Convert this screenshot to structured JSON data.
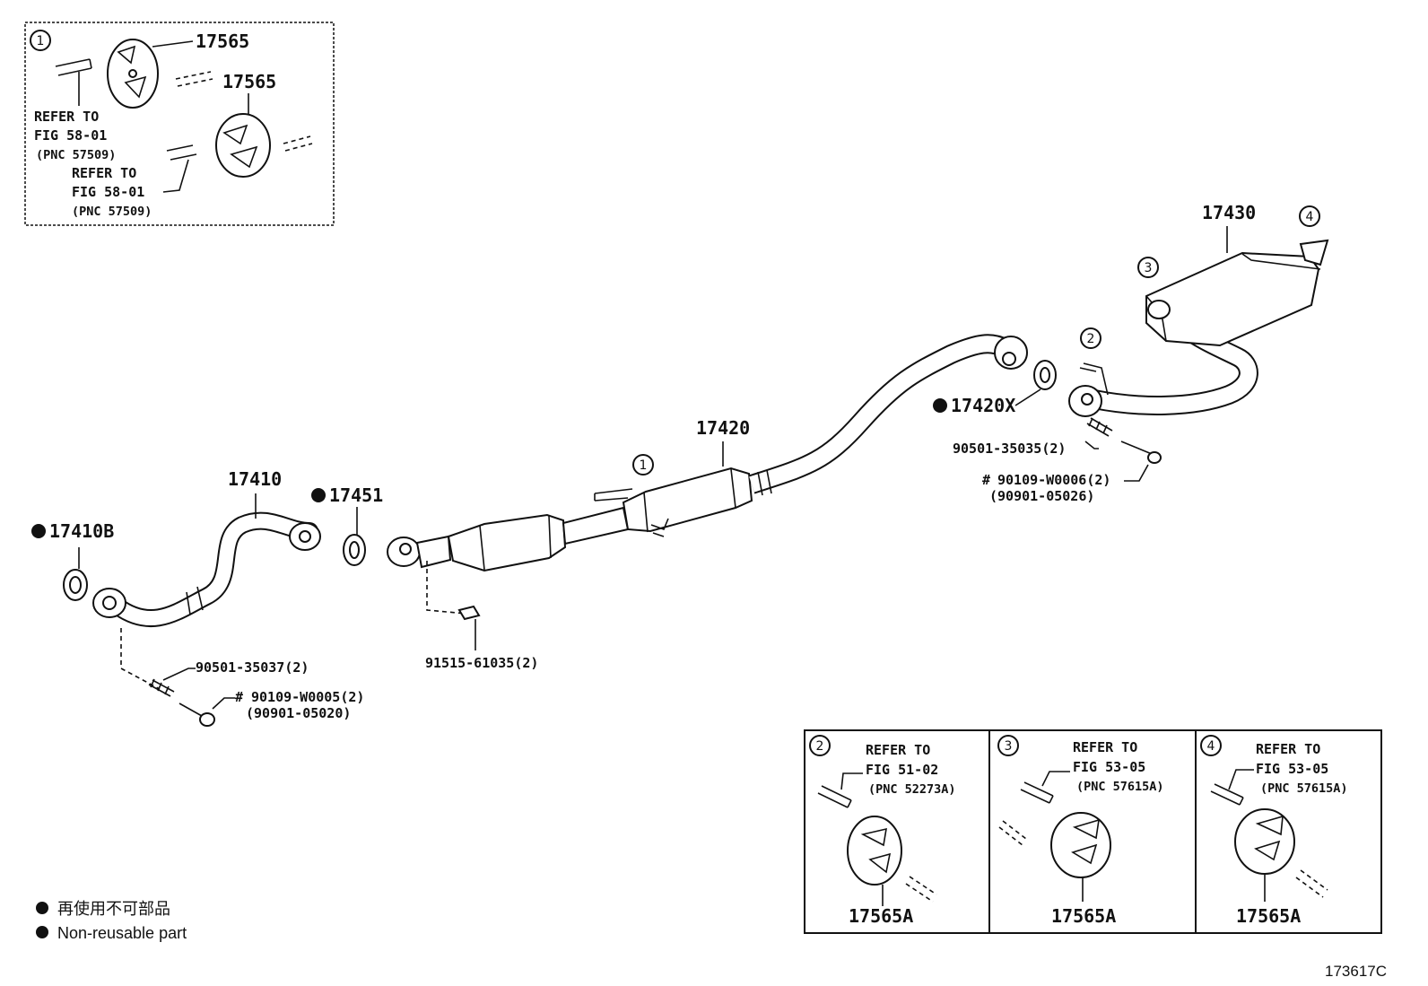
{
  "inset1": {
    "marker": "1",
    "part_top": "17565",
    "part_bottom": "17565",
    "refer_a_line1": "REFER TO",
    "refer_a_line2": "FIG 58-01",
    "refer_a_line3": "(PNC 57509)",
    "refer_b_line1": "REFER TO",
    "refer_b_line2": "FIG 58-01",
    "refer_b_line3": "(PNC 57509)"
  },
  "parts": {
    "p17410B": "17410B",
    "p17410": "17410",
    "p17451": "17451",
    "p17420": "17420",
    "p17420X": "17420X",
    "p17430": "17430",
    "bolt_90501_35037": "90501-35037(2)",
    "bolt_90109_W0005": "90109-W0005(2)",
    "bolt_90901_05020": "(90901-05020)",
    "bolt_91515_61035": "91515-61035(2)",
    "bolt_90501_35035": "90501-35035(2)",
    "bolt_90109_W0006": "90109-W0006(2)",
    "bolt_90901_05026": "(90901-05026)",
    "hash": "#"
  },
  "callouts": {
    "c1": "1",
    "c2": "2",
    "c3": "3",
    "c4": "4"
  },
  "insets_bottom": [
    {
      "marker": "2",
      "line1": "REFER TO",
      "line2": "FIG 51-02",
      "line3": "(PNC 52273A)",
      "part": "17565A"
    },
    {
      "marker": "3",
      "line1": "REFER TO",
      "line2": "FIG 53-05",
      "line3": "(PNC 57615A)",
      "part": "17565A"
    },
    {
      "marker": "4",
      "line1": "REFER TO",
      "line2": "FIG 53-05",
      "line3": "(PNC 57615A)",
      "part": "17565A"
    }
  ],
  "legend": {
    "line_jp": "再使用不可部品",
    "line_en": "Non-reusable part"
  },
  "figure_id": "173617C"
}
